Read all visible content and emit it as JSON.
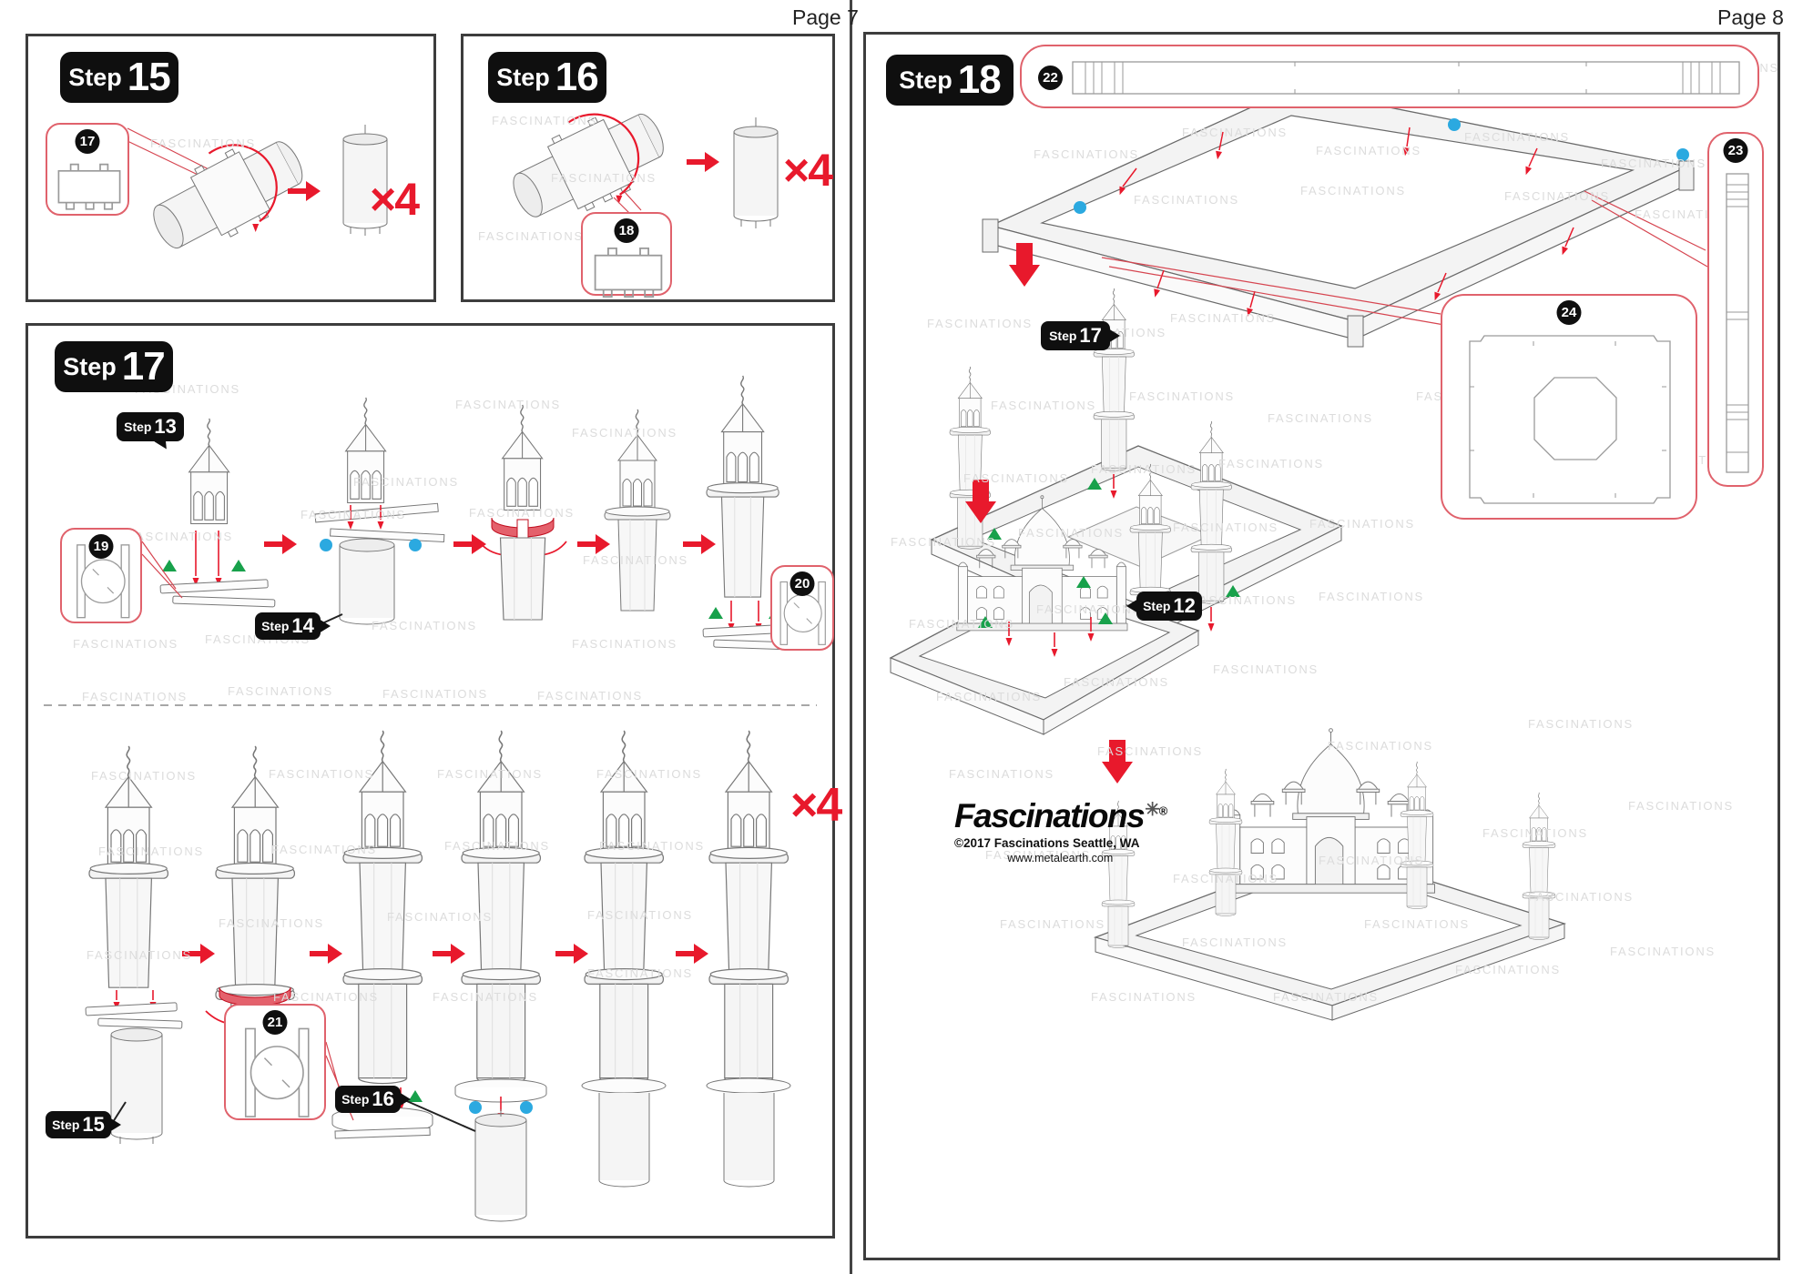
{
  "pages": {
    "left": "Page 7",
    "right": "Page 8"
  },
  "watermark": "FASCINATIONS",
  "multiplier": "×4",
  "steps": {
    "s15": {
      "prefix": "Step",
      "number": "15"
    },
    "s16": {
      "prefix": "Step",
      "number": "16"
    },
    "s17": {
      "prefix": "Step",
      "number": "17"
    },
    "s18": {
      "prefix": "Step",
      "number": "18"
    }
  },
  "refs": {
    "r12": {
      "prefix": "Step",
      "number": "12"
    },
    "r13": {
      "prefix": "Step",
      "number": "13"
    },
    "r14": {
      "prefix": "Step",
      "number": "14"
    },
    "r15": {
      "prefix": "Step",
      "number": "15"
    },
    "r16": {
      "prefix": "Step",
      "number": "16"
    },
    "r17": {
      "prefix": "Step",
      "number": "17"
    }
  },
  "parts": {
    "p17": "17",
    "p18": "18",
    "p19": "19",
    "p20": "20",
    "p21": "21",
    "p22": "22",
    "p23": "23",
    "p24": "24"
  },
  "logo": {
    "brand": "Fascinations",
    "burst": "✳",
    "registered": "®",
    "copyright": "©2017 Fascinations Seattle, WA",
    "website": "www.metalearth.com"
  },
  "colors": {
    "accent_red": "#e8192c",
    "badge_black": "#0f0f0f",
    "part_outline": "#e0626c",
    "blue_dot": "#2ba9e0",
    "green_marker": "#18a14b",
    "watermark_gray": "#dcdcdc"
  }
}
